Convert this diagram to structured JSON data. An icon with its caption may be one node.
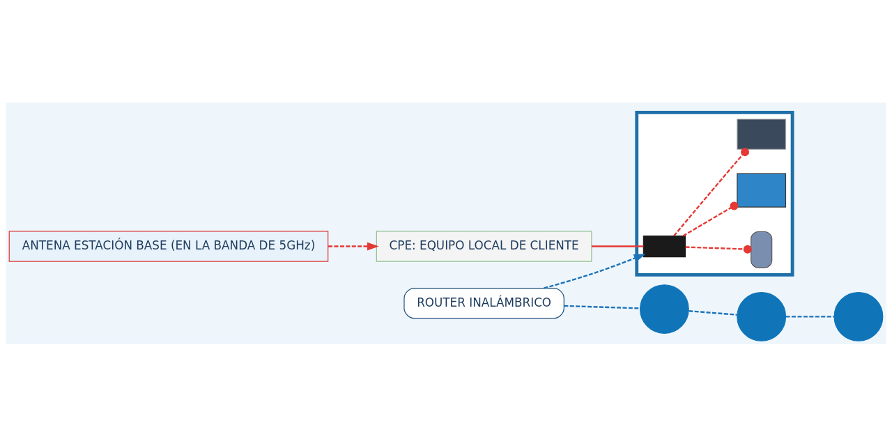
{
  "diagram": {
    "nodes": [
      {
        "text": [
          "ANTENA ESTACIÓN BASE (EN LA BANDA DE 5GHz)"
        ]
      },
      {
        "text": [
          "CPE: EQUIPO LOCAL DE CLIENTE"
        ]
      },
      {
        "text": [],
        "shape": "box"
      },
      {
        "text": [],
        "shape": "box",
        "in": 2
      },
      {
        "text": [],
        "shape": "box",
        "in": 2
      },
      {
        "text": [],
        "shape": "box",
        "in": 2
      },
      {
        "text": [],
        "shape": "box",
        "in": 2
      },
      {
        "text": [
          "ROUTER INALÁMBRICO"
        ]
      },
      {
        "text": [],
        "shape": "circle"
      },
      {
        "text": [],
        "shape": "circle"
      },
      {
        "text": [],
        "shape": "circle"
      }
    ],
    "edges": [
      {
        "from": 0,
        "to": 1,
        "arrow": "to",
        "style": "dashed"
      },
      {
        "from": 1,
        "to": 3,
        "arrow": "none"
      },
      {
        "from": 3,
        "to": 4,
        "arrow": "other",
        "style": "dashed"
      },
      {
        "from": 3,
        "to": 5,
        "arrow": "other",
        "style": "dashed"
      },
      {
        "from": 3,
        "to": 6,
        "arrow": "other",
        "style": "dashed"
      },
      {
        "from": 7,
        "to": 3,
        "arrow": "to",
        "style": "dashed",
        "color": "#1e73b8"
      },
      {
        "from": 7,
        "to": 8,
        "arrow": "none",
        "style": "dashed",
        "color": "#1e73b8"
      },
      {
        "from": 8,
        "to": 9,
        "arrow": "none",
        "style": "dashed",
        "color": "#1e73b8"
      },
      {
        "from": 9,
        "to": 10,
        "arrow": "none",
        "style": "dashed",
        "color": "#1e73b8"
      }
    ]
  }
}
